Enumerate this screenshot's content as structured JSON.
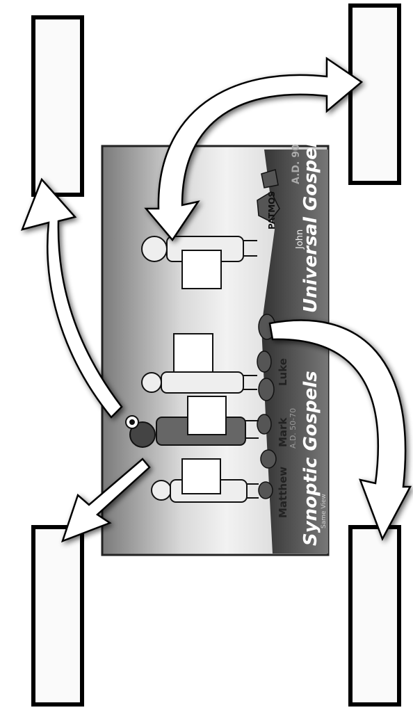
{
  "picture": {
    "labels": {
      "synoptic": "Synoptic Gospels",
      "universal": "Universal Gospel",
      "view": "Same View",
      "matthew": "Matthew",
      "mark": "Mark",
      "luke": "Luke",
      "john": "John",
      "patmos": "PATMOS",
      "dates_synoptic": "A.D. 50-70",
      "date_john": "A.D. 90"
    }
  },
  "blanks": [
    {
      "id": "top-left",
      "text": ""
    },
    {
      "id": "top-right",
      "text": ""
    },
    {
      "id": "bottom-left",
      "text": ""
    },
    {
      "id": "bottom-right",
      "text": ""
    }
  ]
}
